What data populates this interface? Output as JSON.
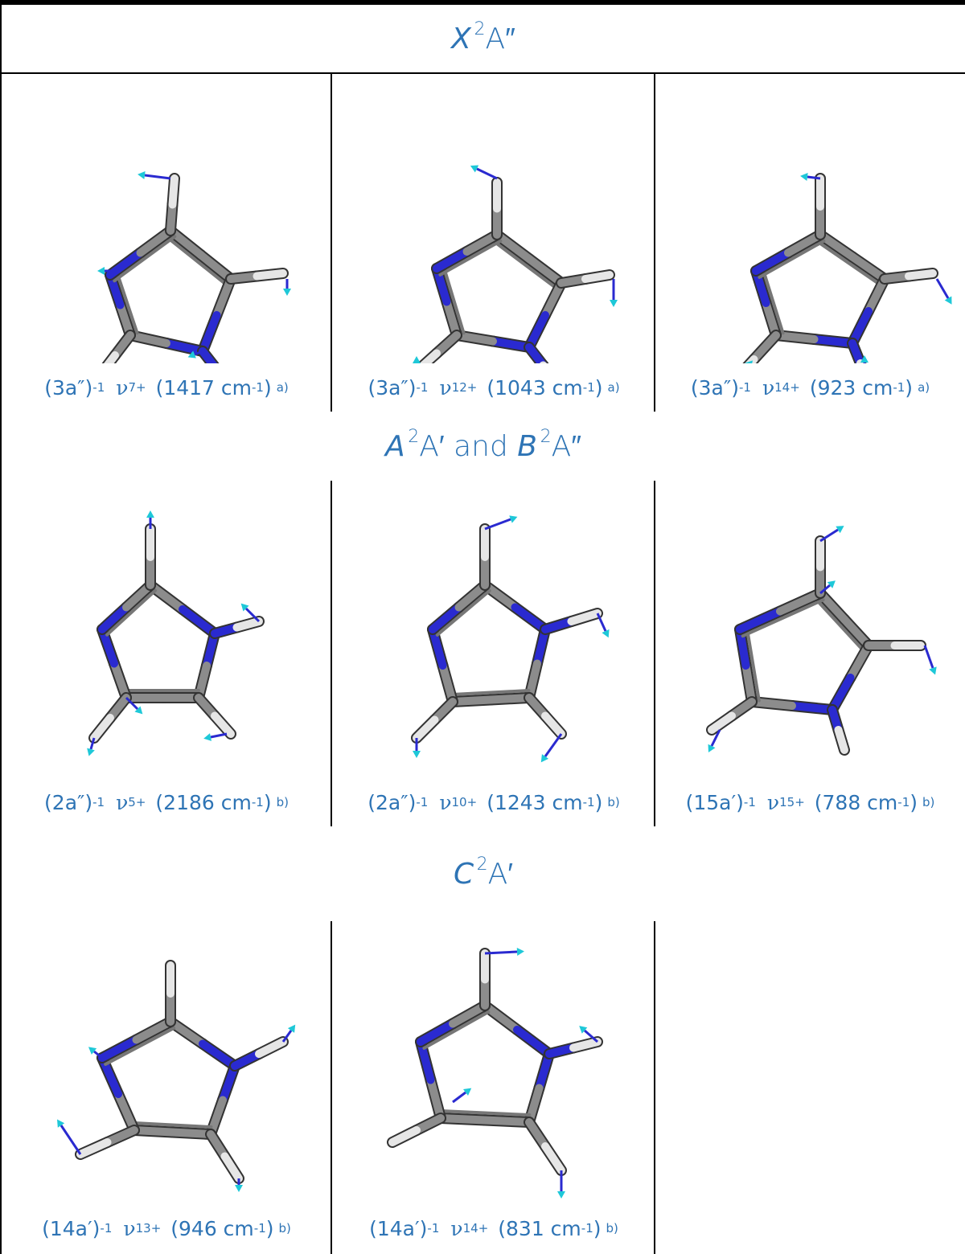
{
  "sections": [
    {
      "header": {
        "italic": "X",
        "sup": "2",
        "term": "A″",
        "suffix": ""
      },
      "captions": [
        {
          "orbital": "(3a″)",
          "sup": "-1",
          "nu_sub": "7",
          "nu_sup": "+",
          "freq": "(1417 cm",
          "freq_sup": "-1",
          "freq_end": ")",
          "note": "a)"
        },
        {
          "orbital": "(3a″)",
          "sup": "-1",
          "nu_sub": "12",
          "nu_sup": "+",
          "freq": "(1043 cm",
          "freq_sup": "-1",
          "freq_end": ")",
          "note": "a)"
        },
        {
          "orbital": "(3a″)",
          "sup": "-1",
          "nu_sub": "14",
          "nu_sup": "+",
          "freq": "(923 cm",
          "freq_sup": "-1",
          "freq_end": ")",
          "note": "a)"
        }
      ]
    },
    {
      "header": {
        "italic": "A",
        "sup": "2",
        "term": "A′",
        "suffix": " and ",
        "italic2": "B",
        "sup2": "2",
        "term2": "A″"
      },
      "captions": [
        {
          "orbital": "(2a″)",
          "sup": "-1",
          "nu_sub": "5",
          "nu_sup": "+",
          "freq": "(2186 cm",
          "freq_sup": "-1",
          "freq_end": ")",
          "note": "b)"
        },
        {
          "orbital": "(2a″)",
          "sup": "-1",
          "nu_sub": "10",
          "nu_sup": "+",
          "freq": "(1243 cm",
          "freq_sup": "-1",
          "freq_end": ")",
          "note": "b)"
        },
        {
          "orbital": "(15a′)",
          "sup": "-1",
          "nu_sub": "15",
          "nu_sup": "+",
          "freq": "(788 cm",
          "freq_sup": "-1",
          "freq_end": ")",
          "note": "b)"
        }
      ]
    },
    {
      "header": {
        "italic": "C",
        "sup": "2",
        "term": "A′",
        "suffix": ""
      },
      "captions": [
        {
          "orbital": "(14a′)",
          "sup": "-1",
          "nu_sub": "13",
          "nu_sup": "+",
          "freq": "(946 cm",
          "freq_sup": "-1",
          "freq_end": ")",
          "note": "b)"
        },
        {
          "orbital": "(14a′)",
          "sup": "-1",
          "nu_sub": "14",
          "nu_sup": "+",
          "freq": "(831 cm",
          "freq_sup": "-1",
          "freq_end": ")",
          "note": "b)"
        }
      ]
    }
  ],
  "nu_symbol": "ν",
  "colors": {
    "text": "#2e74b5",
    "carbon": "#8c8c8c",
    "nitrogen": "#2a2ad0",
    "hydrogen": "#e6e6e6",
    "arrow_tip": "#1ec8d8",
    "arrow_shaft": "#2a2ad0"
  }
}
